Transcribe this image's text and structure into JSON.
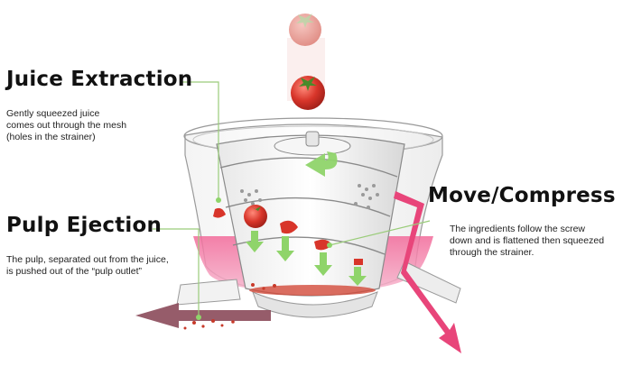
{
  "sections": {
    "juice_extraction": {
      "title": "Juice Extraction",
      "lines": [
        "Gently squeezed juice",
        "comes out through the mesh",
        "(holes in the strainer)"
      ]
    },
    "pulp_ejection": {
      "title": "Pulp Ejection",
      "lines": [
        "The pulp, separated out from the juice,",
        "is pushed out of the “pulp outlet”"
      ]
    },
    "move_compress": {
      "title": "Move/Compress",
      "lines": [
        "The ingredients follow the screw",
        "down and is flattened then squeezed",
        "through the strainer."
      ]
    }
  },
  "colors": {
    "juice": "#e8457a",
    "tomato": "#d8352a",
    "arrow_green": "#8fd46a",
    "pulp_arrow": "#8b4a5a",
    "leader_line": "#9acc7a"
  }
}
